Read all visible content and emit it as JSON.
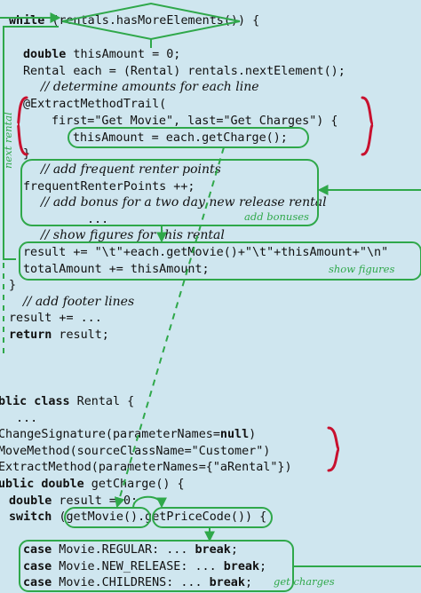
{
  "code": {
    "l01": "while (rentals.hasMoreElements()) {",
    "l02": "double thisAmount = 0;",
    "l03": "Rental each = (Rental) rentals.nextElement();",
    "l04": "// determine amounts for each line",
    "l05": "@ExtractMethodTrail(",
    "l06": "first=\"Get Movie\", last=\"Get Charges\") {",
    "l07": "thisAmount = each.getCharge();",
    "l08": "}",
    "l09": "// add frequent renter points",
    "l10": "frequentRenterPoints ++;",
    "l11": "// add bonus for a two day new release rental",
    "l12": "...",
    "l13": "// show figures for this rental",
    "l14": "result += \"\\t\"+each.getMovie()+\"\\t\"+thisAmount+\"\\n\"",
    "l15": "totalAmount += thisAmount;",
    "l16": "}",
    "l17": "// add footer lines",
    "l18": "result += ...",
    "l19": "return",
    "l19b": " result;",
    "l20": "blic class Rental {",
    "l21": "...",
    "l22": "ChangeSignature(parameterNames=null)",
    "l23": "MoveMethod(sourceClassName=\"Customer\")",
    "l24": "ExtractMethod(parameterNames={\"aRental\"})",
    "l25": "ublic double getCharge() {",
    "l26": "double result = 0;",
    "l27": "switch (getMovie().getPriceCode()) {",
    "l28": "case Movie.REGULAR: ... break;",
    "l29": "case Movie.NEW_RELEASE: ... break;",
    "l30": "case Movie.CHILDRENS: ... break;"
  },
  "labels": {
    "next_rental": "next rental",
    "add_bonuses": "add bonuses",
    "show_figures": "show figures",
    "get_charges": "get charges"
  },
  "colors": {
    "background": "#cfe6ef",
    "annotation": "#2fa84a",
    "brace": "#c8102e"
  }
}
